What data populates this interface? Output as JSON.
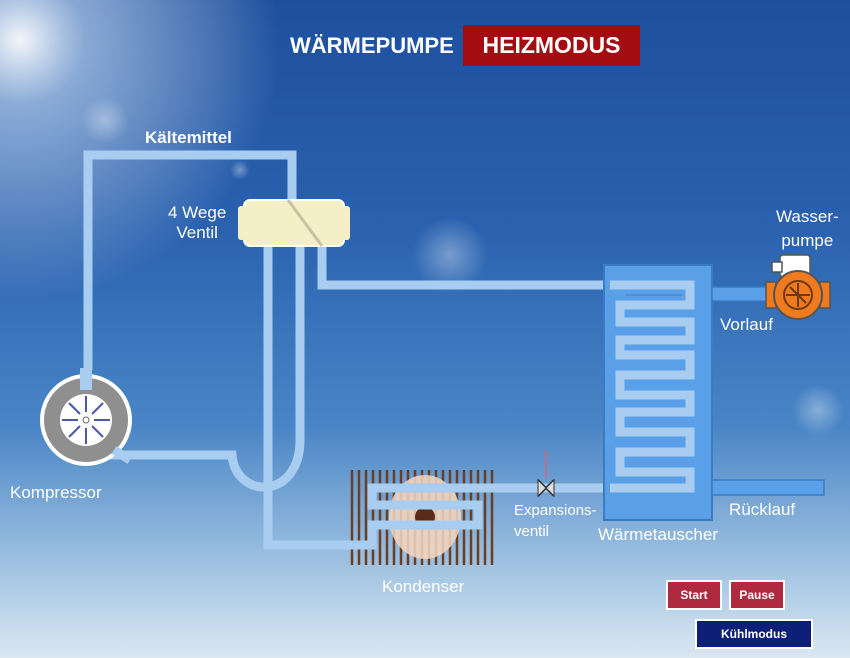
{
  "header": {
    "title": "WÄRMEPUMPE",
    "mode": "HEIZMODUS"
  },
  "labels": {
    "refrigerant": "Kältemittel",
    "valve_line1": "4 Wege",
    "valve_line2": "Ventil",
    "compressor": "Kompressor",
    "condenser": "Kondenser",
    "expansion_line1": "Expansions-",
    "expansion_line2": "ventil",
    "heat_exchanger": "Wärmetauscher",
    "pump_line1": "Wasser-",
    "pump_line2": "pumpe",
    "flow": "Vorlauf",
    "return": "Rücklauf"
  },
  "controls": {
    "start": "Start",
    "pause": "Pause",
    "cooling_mode": "Kühlmodus"
  },
  "colors": {
    "mode_badge": "#a30d12",
    "pipe": "#a8cdf0",
    "exchanger_fill": "#5aa0e8",
    "pump": "#f07a1e",
    "button_red": "#b02a3f",
    "button_blue": "#0e1f7a"
  }
}
